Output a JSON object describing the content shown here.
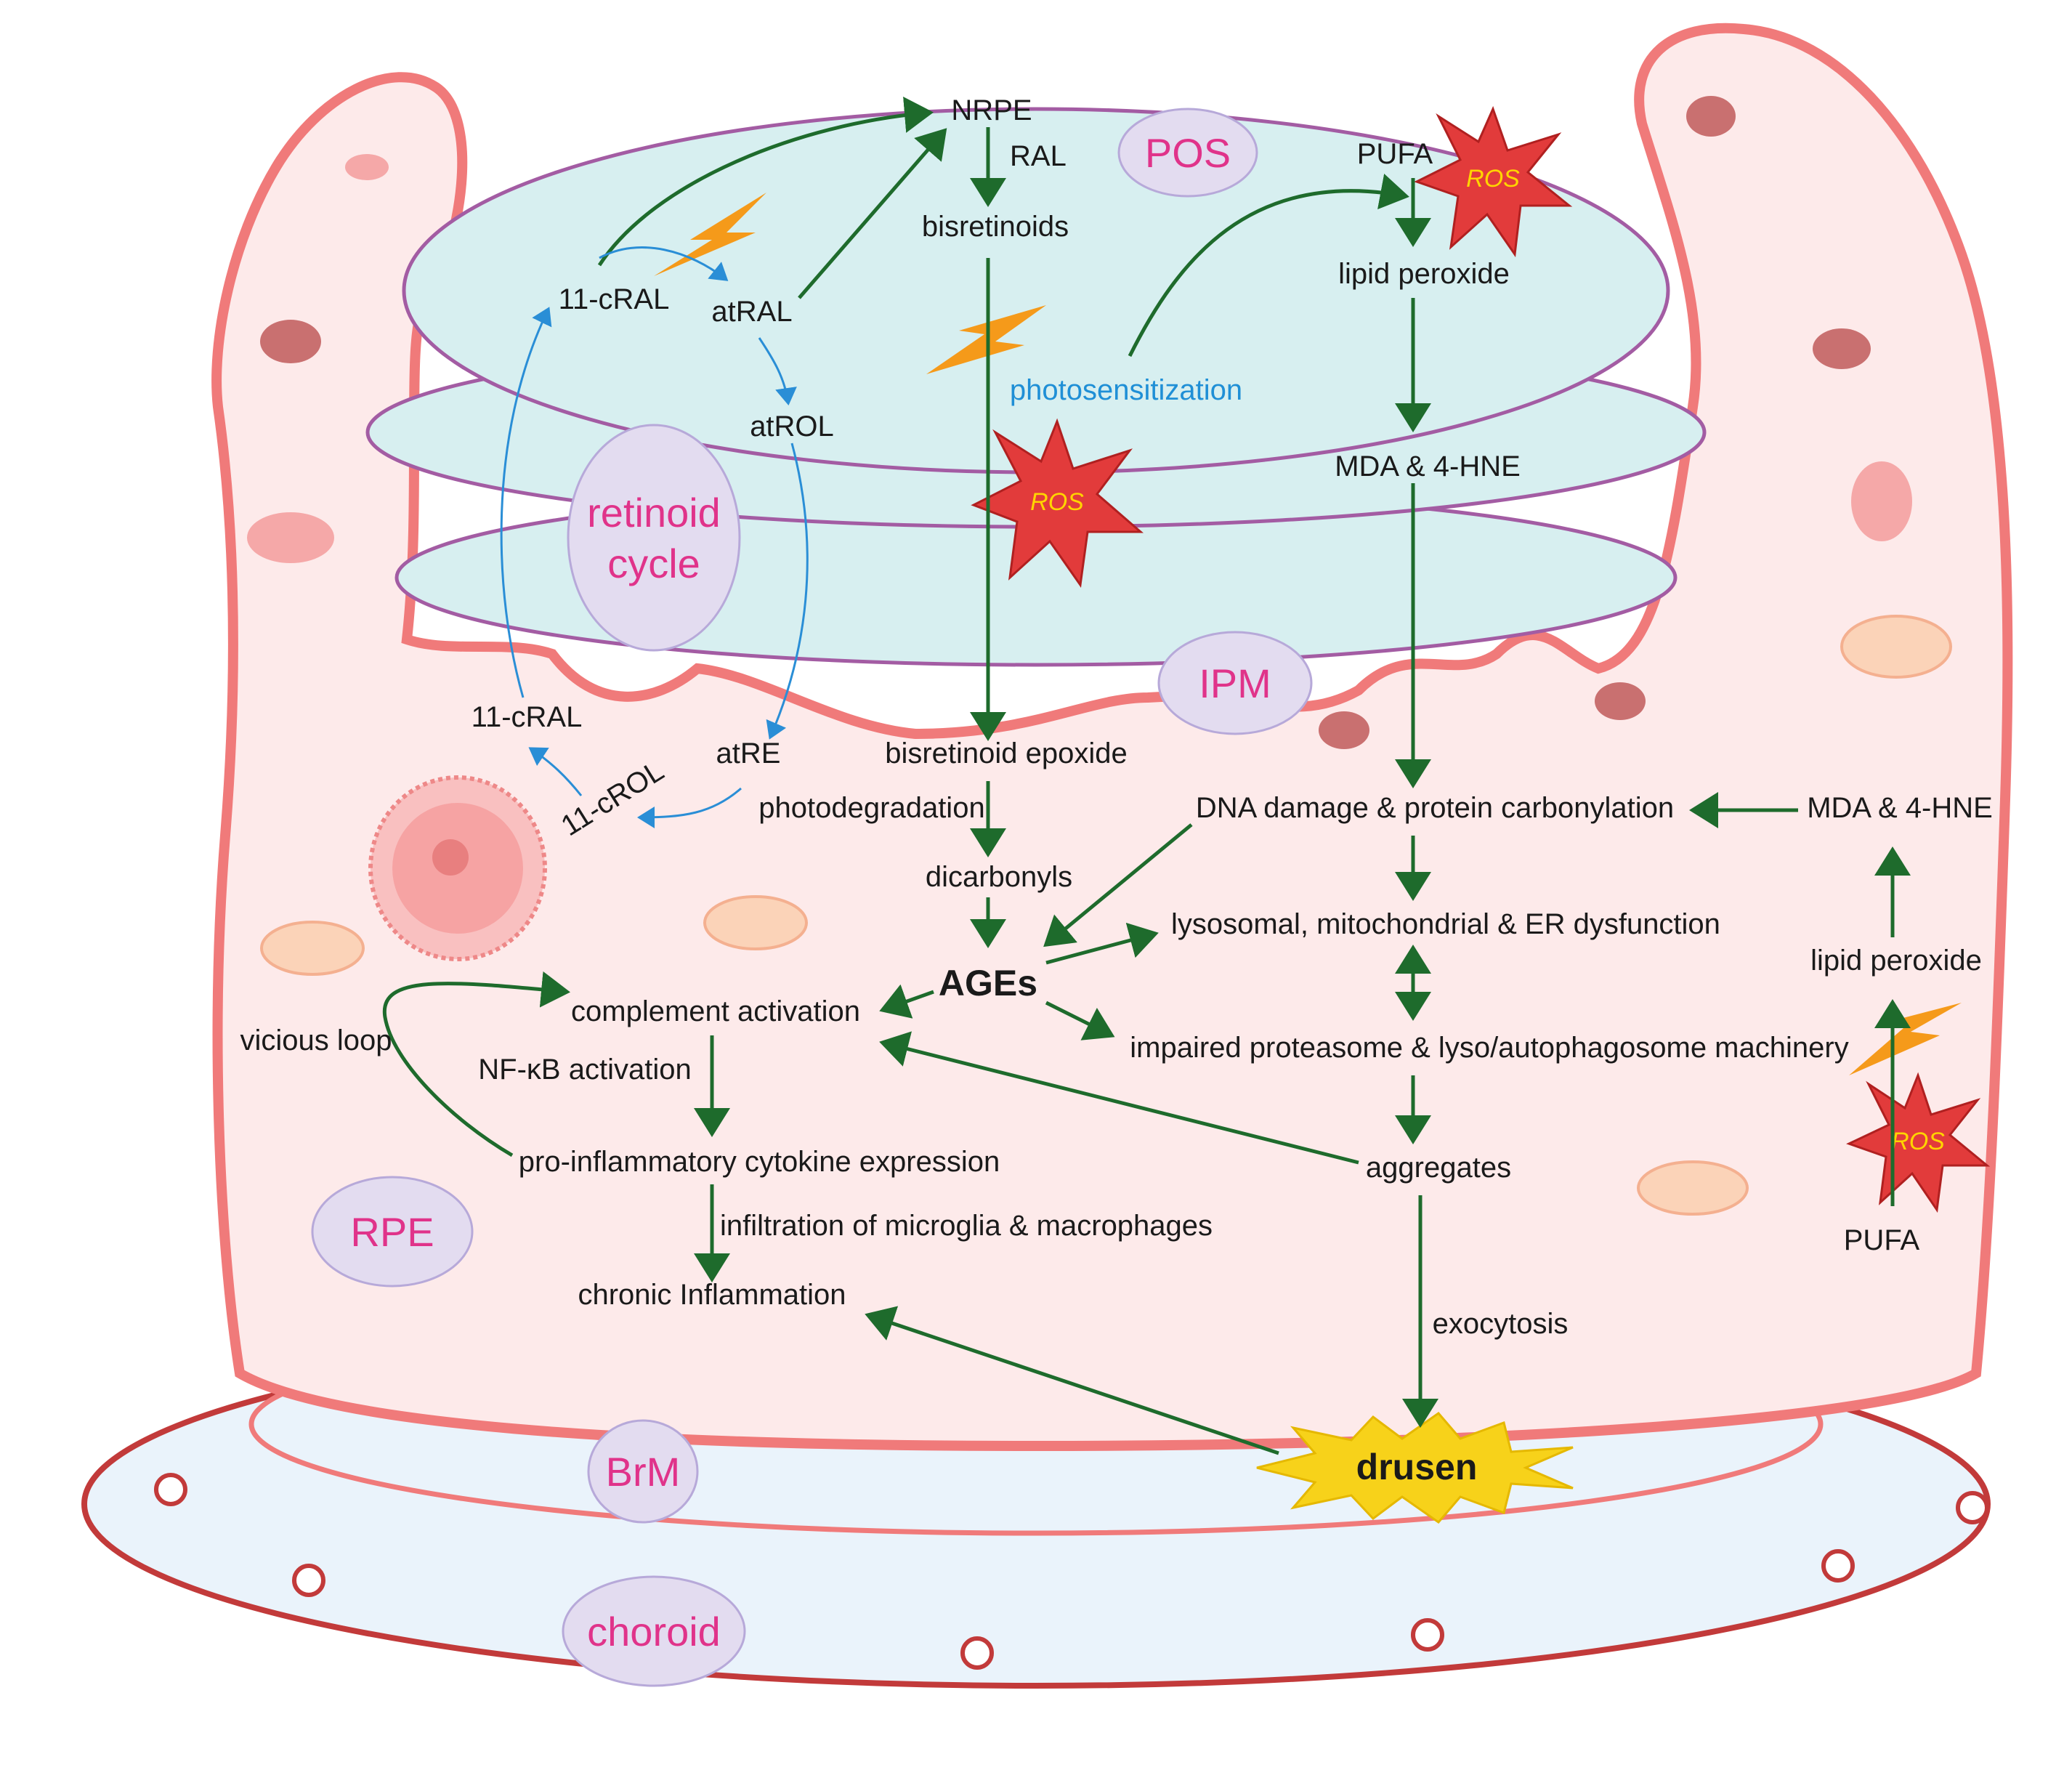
{
  "regions": {
    "pos": "POS",
    "ipm": "IPM",
    "rpe": "RPE",
    "brm": "BrM",
    "choroid": "choroid",
    "retinoid_cycle_line1": "retinoid",
    "retinoid_cycle_line2": "cycle"
  },
  "nodes": {
    "nrpe": "NRPE",
    "ral": "RAL",
    "bisretinoids": "bisretinoids",
    "pufa_top": "PUFA",
    "lipid_peroxide_top": "lipid peroxide",
    "photosensitization": "photosensitization",
    "mda_top": "MDA & 4-HNE",
    "cral_top": "11-cRAL",
    "atral": "atRAL",
    "atrol": "atROL",
    "cral_left": "11-cRAL",
    "crol": "11-cROL",
    "atre": "atRE",
    "bisretinoid_epoxide": "bisretinoid epoxide",
    "photodegradation": "photodegradation",
    "dicarbonyls": "dicarbonyls",
    "ages": "AGEs",
    "dna_damage": "DNA damage & protein carbonylation",
    "mda_right": "MDA & 4-HNE",
    "lysosomal": "lysosomal, mitochondrial & ER dysfunction",
    "lipid_peroxide_right": "lipid peroxide",
    "complement": "complement activation",
    "vicious_loop": "vicious loop",
    "nfkb": "NF-κB activation",
    "impaired": "impaired proteasome & lyso/autophagosome machinery",
    "cytokine": "pro-inflammatory cytokine expression",
    "aggregates": "aggregates",
    "infiltration": "infiltration of microglia & macrophages",
    "chronic": "chronic Inflammation",
    "exocytosis": "exocytosis",
    "pufa_right": "PUFA",
    "drusen": "drusen"
  },
  "ros_label": "ROS",
  "colors": {
    "rpe_fill": "#fdeaea",
    "rpe_stroke": "#f07a7a",
    "disc_fill": "#d7eff0",
    "disc_stroke": "#a35ca3",
    "region_fill": "#e3dcf0",
    "region_text": "#e0338a",
    "arrow_green": "#1e6b2c",
    "arrow_blue": "#2a8ed6",
    "ros_fill": "#e23b3b",
    "drusen_fill": "#f7d21a",
    "lightning": "#f59a1a",
    "brm_fill": "#eaf3fb",
    "brm_stroke": "#c23a3a"
  }
}
